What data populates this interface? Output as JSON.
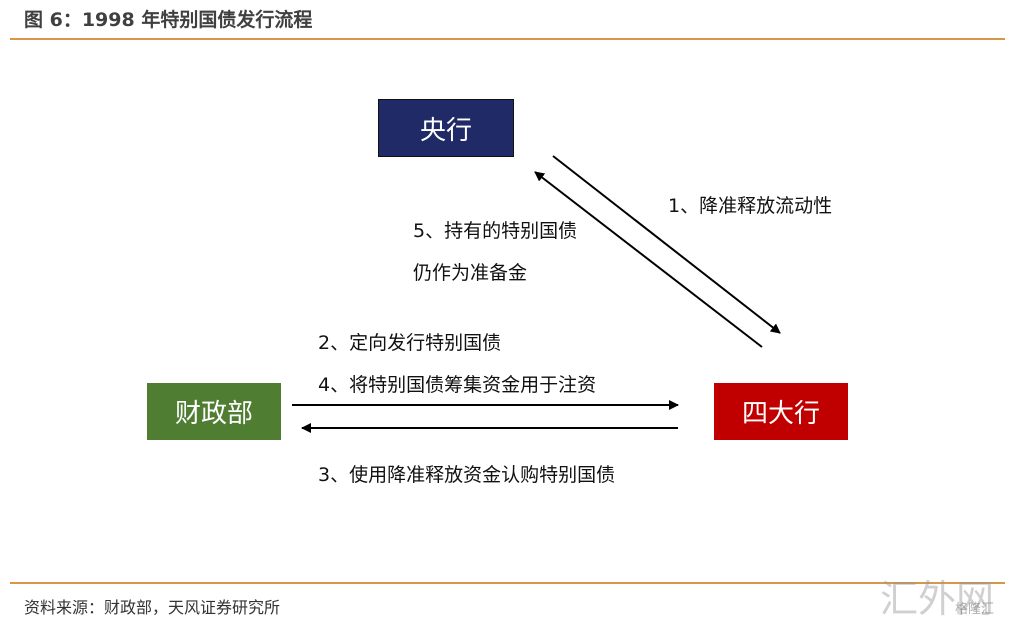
{
  "title": "图 6：1998 年特别国债发行流程",
  "nodes": {
    "central_bank": {
      "label": "央行",
      "color": "#1f2a66"
    },
    "mof": {
      "label": "财政部",
      "color": "#4f7d32"
    },
    "big_four": {
      "label": "四大行",
      "color": "#c00000"
    }
  },
  "steps": {
    "s1": "1、降准释放流动性",
    "s5_line1": "5、持有的特别国债",
    "s5_line2": "仍作为准备金",
    "s2": "2、定向发行特别国债",
    "s4": "4、将特别国债筹集资金用于注资",
    "s3": "3、使用降准释放资金认购特别国债"
  },
  "source": "资料来源：财政部，天风证券研究所",
  "watermark": {
    "main": "汇外网",
    "sub": "格隆汇"
  },
  "accent_color": "#d9954a"
}
